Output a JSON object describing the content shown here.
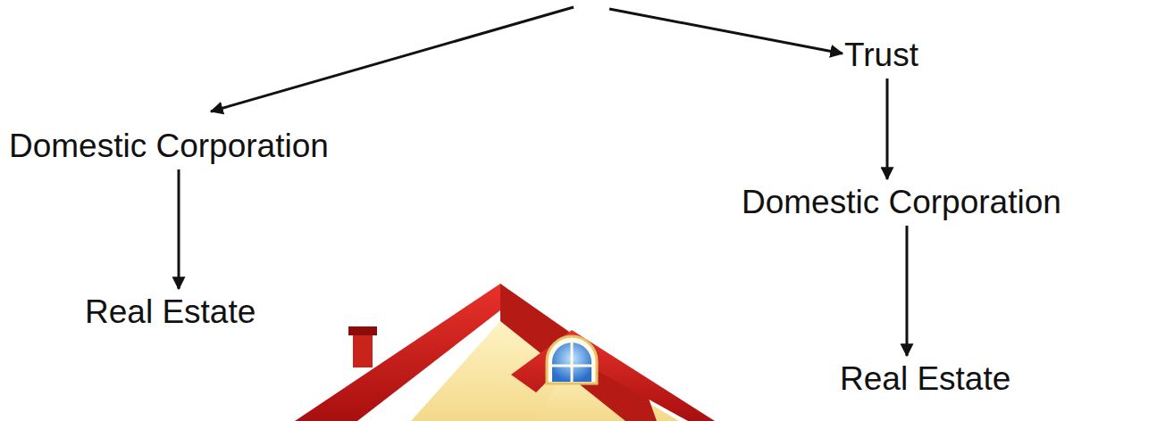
{
  "diagram": {
    "nodes": [
      {
        "text": [
          "Domestic Corporation"
        ]
      },
      {
        "text": [
          "Real Estate"
        ]
      },
      {
        "text": [
          "Trust"
        ]
      },
      {
        "text": [
          "Domestic Corporation"
        ]
      },
      {
        "text": [
          "Real Estate"
        ]
      }
    ],
    "edges": [
      {
        "from": 0,
        "to": 1,
        "arrow": "to"
      },
      {
        "from": 2,
        "to": 3,
        "arrow": "to"
      },
      {
        "from": 3,
        "to": 4,
        "arrow": "to"
      }
    ]
  }
}
